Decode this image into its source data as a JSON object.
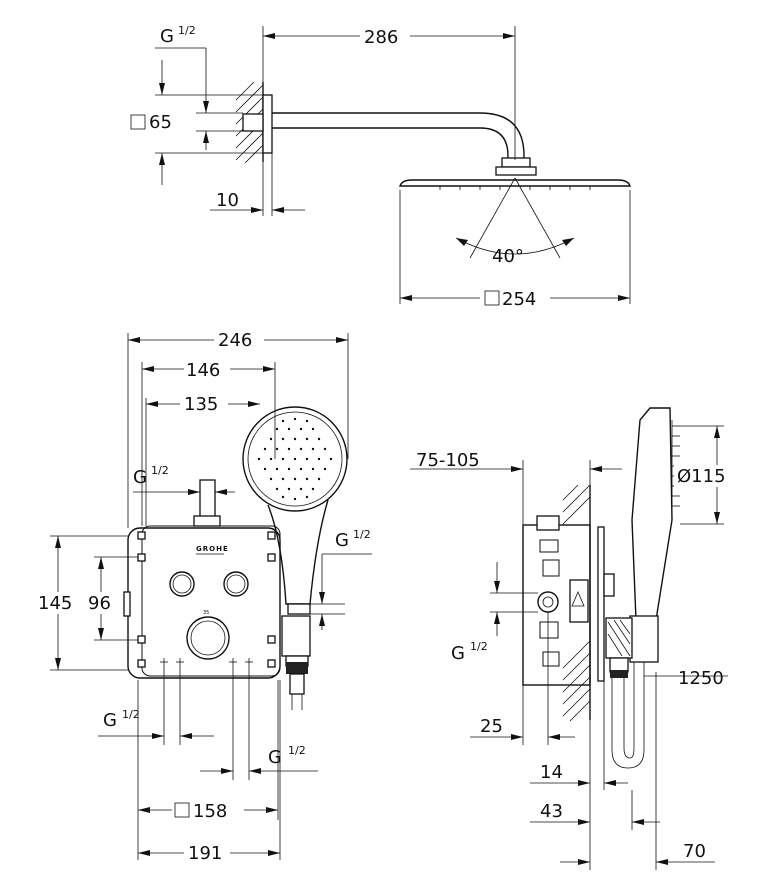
{
  "top_view": {
    "dims": {
      "arm_length": "286",
      "connection": "G",
      "connection_frac": "1/2",
      "flange_square": "65",
      "wall_offset": "10",
      "spray_angle": "40°",
      "head_square": "254"
    }
  },
  "front_view": {
    "dims": {
      "overall_width": "246",
      "handshower_offset": "146",
      "handshower_center": "135",
      "top_connection": "G",
      "top_connection_frac": "1/2",
      "side_connection": "G",
      "side_connection_frac": "1/2",
      "box_height": "145",
      "button_spacing": "96",
      "bottom_left_connection": "G",
      "bottom_left_connection_frac": "1/2",
      "bottom_right_connection": "G",
      "bottom_right_connection_frac": "1/2",
      "plate_square": "158",
      "box_width": "191"
    }
  },
  "side_view": {
    "dims": {
      "wall_depth": "75-105",
      "handshower_diameter": "Ø115",
      "connection": "G",
      "connection_frac": "1/2",
      "box_depth": "25",
      "hose_length": "1250",
      "plate_offset": "14",
      "overall_depth": "43",
      "holder_projection": "70"
    }
  }
}
